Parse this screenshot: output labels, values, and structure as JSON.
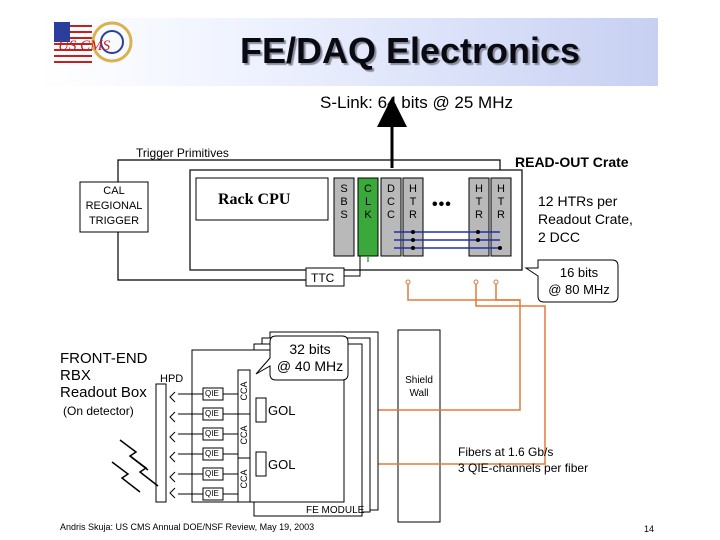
{
  "title": "FE/DAQ Electronics",
  "slink": "S-Link: 64 bits @ 25 MHz",
  "logo": {
    "text": "US CMS"
  },
  "trigger_primitives": "Trigger Primitives",
  "readout_crate": "READ-OUT Crate",
  "cal_regional": [
    "CAL",
    "REGIONAL",
    "TRIGGER"
  ],
  "rack_cpu": "Rack CPU",
  "crate_cards": {
    "sbs": [
      "S",
      "B",
      "S"
    ],
    "clk": [
      "C",
      "L",
      "K"
    ],
    "dcc": [
      "D",
      "C",
      "C"
    ],
    "htr1": [
      "H",
      "T",
      "R"
    ],
    "dots": "•••",
    "htr2": [
      "H",
      "T",
      "R"
    ],
    "htr3": [
      "H",
      "T",
      "R"
    ]
  },
  "htrs_note": [
    "12 HTRs per",
    "Readout Crate,",
    "2 DCC"
  ],
  "ttc": "TTC",
  "bits16": [
    "16 bits",
    "@ 80 MHz"
  ],
  "bits32": [
    "32 bits",
    "@ 40 MHz"
  ],
  "shield_wall": [
    "Shield",
    "Wall"
  ],
  "fe_rbx": [
    "FRONT-END",
    "RBX",
    "Readout Box"
  ],
  "on_detector": "(On detector)",
  "hpd": "HPD",
  "qie_label": "QIE",
  "cca_label": "CCA",
  "gol_label": "GOL",
  "fibers_note": [
    "Fibers at 1.6 Gb/s",
    "3 QIE-channels per fiber"
  ],
  "fe_module": "FE  MODULE",
  "footer": "Andris Skuja: US CMS Annual DOE/NSF Review, May 19, 2003",
  "page_number": "14",
  "colors": {
    "green": "#3aa83a",
    "blue": "#1f2fb0",
    "orange": "#e07a3c"
  }
}
